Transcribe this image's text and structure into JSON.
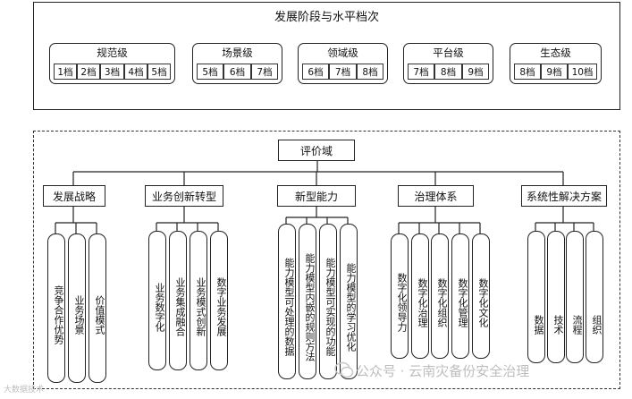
{
  "title": "发展阶段与水平档次",
  "stages": [
    {
      "label": "规范级",
      "levels": [
        "1档",
        "2档",
        "3档",
        "4档",
        "5档"
      ]
    },
    {
      "label": "场景级",
      "levels": [
        "5档",
        "6档",
        "7档"
      ]
    },
    {
      "label": "领域级",
      "levels": [
        "6档",
        "7档",
        "8档"
      ]
    },
    {
      "label": "平台级",
      "levels": [
        "7档",
        "8档",
        "9档"
      ]
    },
    {
      "label": "生态级",
      "levels": [
        "8档",
        "9档",
        "10档"
      ]
    }
  ],
  "domain": "评价域",
  "categories": [
    {
      "label": "发展战略",
      "items": [
        "竞争合作优势",
        "业务场景",
        "价值模式"
      ]
    },
    {
      "label": "业务创新转型",
      "items": [
        "业务数字化",
        "业务集成融合",
        "业务模式创新",
        "数字业务发展"
      ]
    },
    {
      "label": "新型能力",
      "items": [
        "能力模型可处理的数据",
        "能力模型内嵌的规则方法",
        "能力模型可实现的功能",
        "能力模型的学习优化"
      ]
    },
    {
      "label": "治理体系",
      "items": [
        "数字化领导力",
        "数字化治理",
        "数字化组织",
        "数字化管理",
        "数字化文化"
      ]
    },
    {
      "label": "系统性解决方案",
      "items": [
        "数据",
        "技术",
        "流程",
        "组织"
      ]
    }
  ],
  "watermark": {
    "main": "公众号 · 云南灾备份安全治理",
    "corner": "大数据技术"
  }
}
